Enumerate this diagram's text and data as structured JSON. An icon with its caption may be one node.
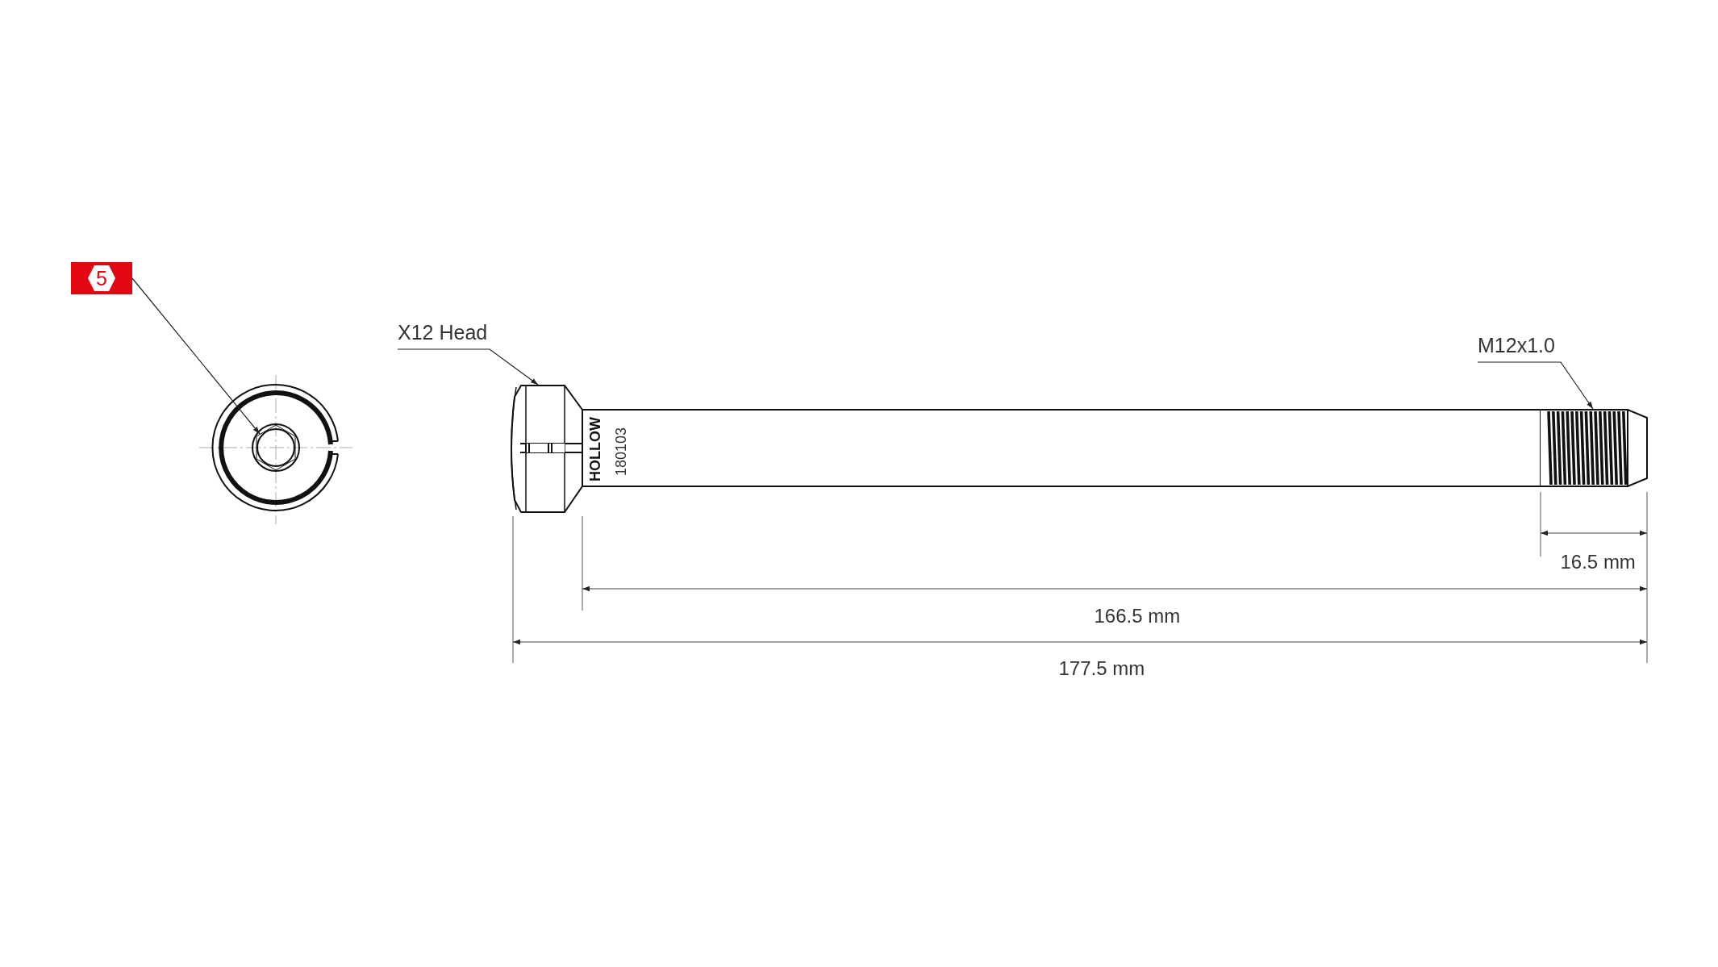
{
  "diagram": {
    "nodes": [
      {
        "text": [
          "5"
        ]
      },
      {
        "text": [],
        "shape": "picture"
      },
      {
        "text": [
          "X12 Head"
        ]
      },
      {
        "text": [],
        "shape": "picture"
      },
      {
        "text": [
          "M12x1.0"
        ]
      },
      {
        "text": [],
        "shape": "picture"
      }
    ],
    "edges": [
      {
        "from": 0,
        "to": 1,
        "arrow": "to"
      },
      {
        "from": 2,
        "to": 3,
        "arrow": "to"
      },
      {
        "from": 4,
        "to": 5,
        "arrow": "to"
      }
    ],
    "labels": [
      "HOLLOW",
      "180103",
      "16.5 mm",
      "166.5 mm",
      "177.5 mm"
    ]
  }
}
